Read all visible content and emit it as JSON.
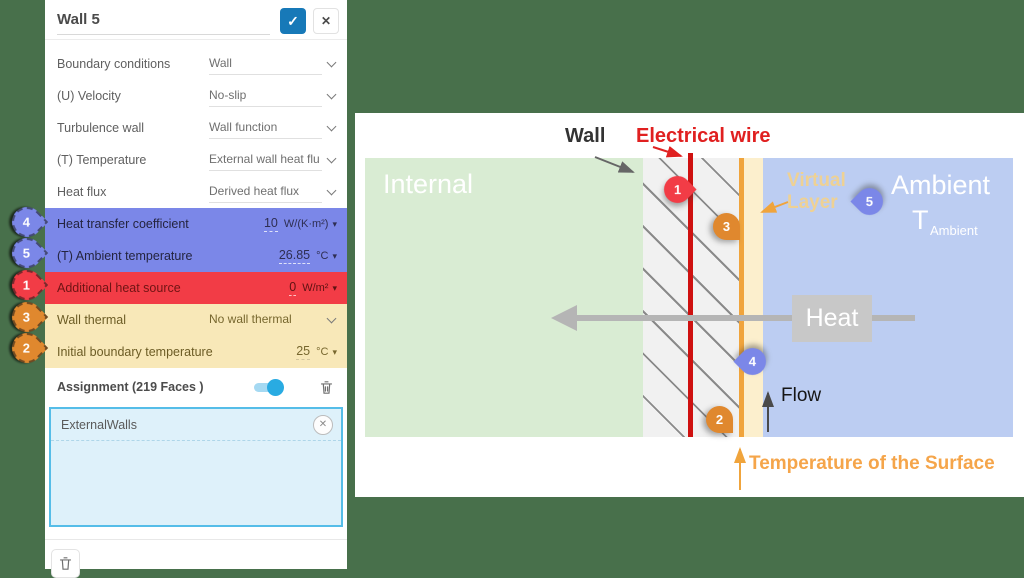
{
  "panel": {
    "title": "Wall 5",
    "fields": [
      {
        "label": "Boundary conditions",
        "value": "Wall"
      },
      {
        "label": "(U) Velocity",
        "value": "No-slip"
      },
      {
        "label": "Turbulence wall",
        "value": "Wall function"
      },
      {
        "label": "(T) Temperature",
        "value": "External wall heat flu"
      },
      {
        "label": "Heat flux",
        "value": "Derived heat flux"
      },
      {
        "label": "Heat transfer coefficient",
        "value": "10",
        "unit": "W/(K·m²)",
        "badge": "4",
        "highlight": "blue"
      },
      {
        "label": "(T) Ambient temperature",
        "value": "26.85",
        "unit": "°C",
        "badge": "5",
        "highlight": "blue"
      },
      {
        "label": "Additional heat source",
        "value": "0",
        "unit": "W/m²",
        "badge": "1",
        "highlight": "red"
      },
      {
        "label": "Wall thermal",
        "value": "No wall thermal",
        "badge": "3",
        "highlight": "yellow"
      },
      {
        "label": "Initial boundary temperature",
        "value": "25",
        "unit": "°C",
        "badge": "2",
        "highlight": "yellow"
      }
    ],
    "assignment": {
      "label": "Assignment (219 Faces )",
      "toggle_on": true,
      "items": [
        {
          "name": "ExternalWalls"
        }
      ]
    }
  },
  "icons": {
    "confirm": "✓",
    "close": "✕",
    "remove": "✕",
    "caret_down": "▾"
  },
  "diagram": {
    "labels": {
      "internal": "Internal",
      "wall": "Wall",
      "electrical_wire": "Electrical wire",
      "virtual_layer": "Virtual Layer",
      "ambient": "Ambient",
      "t_symbol": "T",
      "t_subscript": "Ambient",
      "heat": "Heat",
      "flow": "Flow",
      "surface_temperature": "Temperature of the Surface"
    },
    "badges": {
      "b1": "1",
      "b2": "2",
      "b3": "3",
      "b4": "4",
      "b5": "5"
    }
  },
  "colors": {
    "background_green": "#48704b",
    "accent_blue": "#1779b8",
    "toggle_blue": "#29abe2",
    "highlight_blue": "#7b87e8",
    "highlight_red": "#f23c46",
    "highlight_yellow": "#f8e8b8",
    "badge_orange": "#e0882e",
    "selection_border_blue": "#55bde8",
    "internal_green": "#d9ecd3",
    "ambient_blue": "#bccdf2",
    "virtual_layer_cream": "#fcefcd",
    "wire_red": "#cf1110",
    "surface_orange": "#f0a43c",
    "heat_gray": "#c8c8c8"
  }
}
